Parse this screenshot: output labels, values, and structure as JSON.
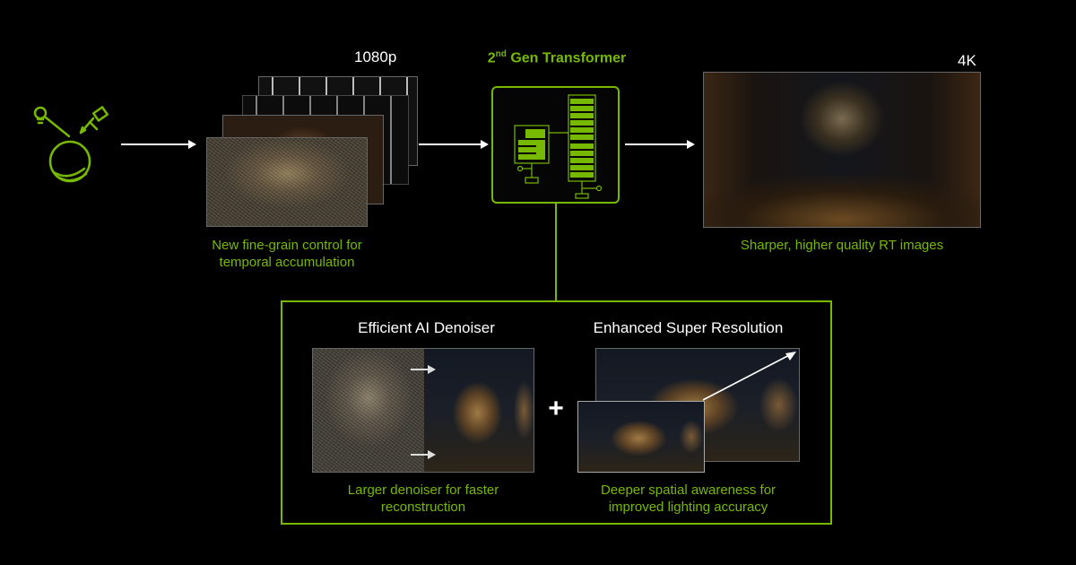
{
  "labels": {
    "input_res": "1080p",
    "transformer_title_main": "2",
    "transformer_title_sup": "nd",
    "transformer_title_rest": " Gen Transformer",
    "output_res": "4K"
  },
  "captions": {
    "left_line1": "New fine-grain control for",
    "left_line2": "temporal accumulation",
    "right": "Sharper, higher quality RT images"
  },
  "bottom": {
    "denoiser_title": "Efficient AI Denoiser",
    "denoiser_caption_line1": "Larger denoiser for faster",
    "denoiser_caption_line2": "reconstruction",
    "plus": "+",
    "sr_title": "Enhanced Super Resolution",
    "sr_caption_line1": "Deeper spatial awareness for",
    "sr_caption_line2": "improved lighting accuracy"
  },
  "colors": {
    "accent": "#76b900",
    "background": "#000000",
    "text": "#ffffff"
  },
  "icons": [
    "light-bulb-icon",
    "camera-icon",
    "sphere-icon",
    "transformer-network-icon"
  ]
}
